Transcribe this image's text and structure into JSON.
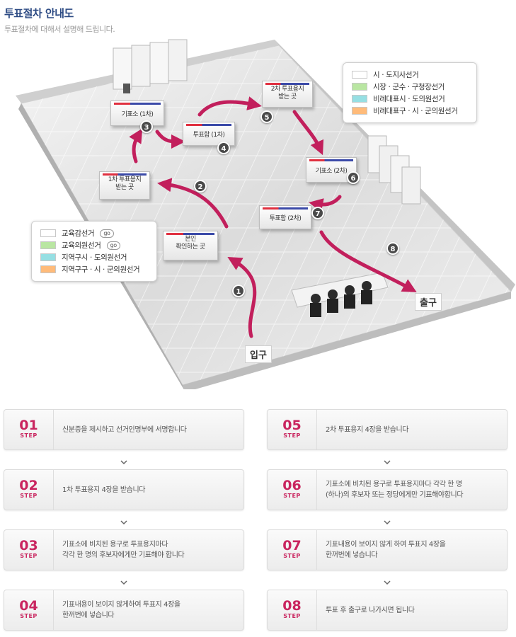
{
  "header": {
    "title": "투표절차 안내도",
    "subtitle": "투표절차에 대해서 설명해 드립니다."
  },
  "diagram": {
    "signs": {
      "booth1": "기표소 (1차)",
      "box1": "투표함 (1차)",
      "ballot2": "2차 투표용지\n받는 곳",
      "ballot1": "1차 투표용지\n받는 곳",
      "booth2": "기표소 (2차)",
      "box2": "투표함 (2차)",
      "identity": "본인\n확인하는 곳"
    },
    "booth_label": "기표소",
    "entrance": "입구",
    "exit": "출구",
    "numbers": [
      "1",
      "2",
      "3",
      "4",
      "5",
      "6",
      "7",
      "8"
    ],
    "legend_second": [
      {
        "label": "시 · 도지사선거",
        "color": "#ffffff"
      },
      {
        "label": "시장 · 군수 · 구청장선거",
        "color": "#b9e6a2"
      },
      {
        "label": "비례대표시 · 도의원선거",
        "color": "#96dfe3"
      },
      {
        "label": "비례대표구 · 시 · 군의원선거",
        "color": "#ffbb7a"
      }
    ],
    "legend_first": [
      {
        "label": "교육감선거",
        "color": "#ffffff",
        "badge": "go"
      },
      {
        "label": "교육의원선거",
        "color": "#b9e6a2",
        "badge": "go"
      },
      {
        "label": "지역구시 · 도의원선거",
        "color": "#96dfe3"
      },
      {
        "label": "지역구구 · 시 · 군의원선거",
        "color": "#ffbb7a"
      }
    ]
  },
  "steps": [
    {
      "num": "01",
      "label": "STEP",
      "text": "신분증을 제시하고 선거인명부에 서명합니다"
    },
    {
      "num": "02",
      "label": "STEP",
      "text": "1차 투표용지 4장을 받습니다"
    },
    {
      "num": "03",
      "label": "STEP",
      "text": "기표소에 비치된 용구로 투표용지마다\n각각 한 명의  후보자에게만 기표해야 합니다"
    },
    {
      "num": "04",
      "label": "STEP",
      "text": "기표내용이 보이지 않게하여 투표지 4장을\n한꺼번에 넣습니다"
    },
    {
      "num": "05",
      "label": "STEP",
      "text": "2차 투표용지 4장을 받습니다"
    },
    {
      "num": "06",
      "label": "STEP",
      "text": "기표소에 비치된 용구로 투표용지마다 각각 한 명\n(하나)의 후보자 또는 정당에게만 기표해야합니다"
    },
    {
      "num": "07",
      "label": "STEP",
      "text": "기표내용이 보이지 않게 하여 투표지 4장을\n한꺼번에 넣습니다"
    },
    {
      "num": "08",
      "label": "STEP",
      "text": "투표 후 출구로 나가시면 됩니다"
    }
  ]
}
